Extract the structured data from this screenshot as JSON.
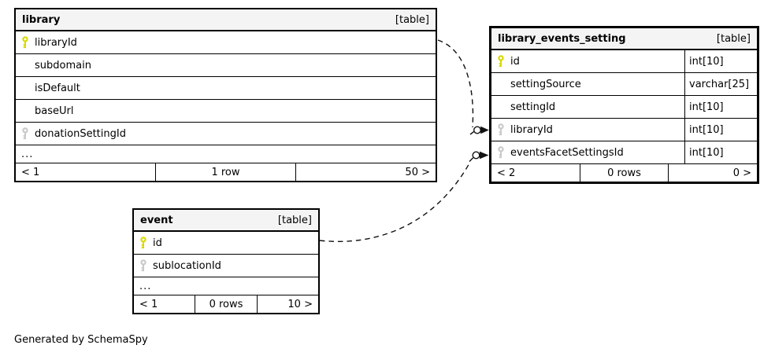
{
  "footer_note": "Generated by SchemaSpy",
  "colors": {
    "primary_key": "#d9d900",
    "foreign_key": "#c9c9c9",
    "header_bg": "#f4f4f4",
    "border": "#000000"
  },
  "tables": [
    {
      "name": "library",
      "badge": "[table]",
      "columns": [
        {
          "name": "libraryId",
          "key": "primary"
        },
        {
          "name": "subdomain",
          "key": "none"
        },
        {
          "name": "isDefault",
          "key": "none"
        },
        {
          "name": "baseUrl",
          "key": "none"
        },
        {
          "name": "donationSettingId",
          "key": "foreign"
        }
      ],
      "ellipsis": "...",
      "pager": {
        "left": "< 1",
        "center": "1 row",
        "right": "50 >"
      }
    },
    {
      "name": "library_events_setting",
      "badge": "[table]",
      "columns": [
        {
          "name": "id",
          "key": "primary",
          "type": "int[10]"
        },
        {
          "name": "settingSource",
          "key": "none",
          "type": "varchar[25]"
        },
        {
          "name": "settingId",
          "key": "none",
          "type": "int[10]"
        },
        {
          "name": "libraryId",
          "key": "foreign",
          "type": "int[10]"
        },
        {
          "name": "eventsFacetSettingsId",
          "key": "foreign",
          "type": "int[10]"
        }
      ],
      "pager": {
        "left": "< 2",
        "center": "0 rows",
        "right": "0 >"
      }
    },
    {
      "name": "event",
      "badge": "[table]",
      "columns": [
        {
          "name": "id",
          "key": "primary"
        },
        {
          "name": "sublocationId",
          "key": "foreign"
        }
      ],
      "ellipsis": "...",
      "pager": {
        "left": "< 1",
        "center": "0 rows",
        "right": "10 >"
      }
    }
  ],
  "relationships": [
    {
      "from": "library.libraryId",
      "to": "library_events_setting.libraryId"
    },
    {
      "from": "event.id",
      "to": "library_events_setting.eventsFacetSettingsId"
    }
  ]
}
